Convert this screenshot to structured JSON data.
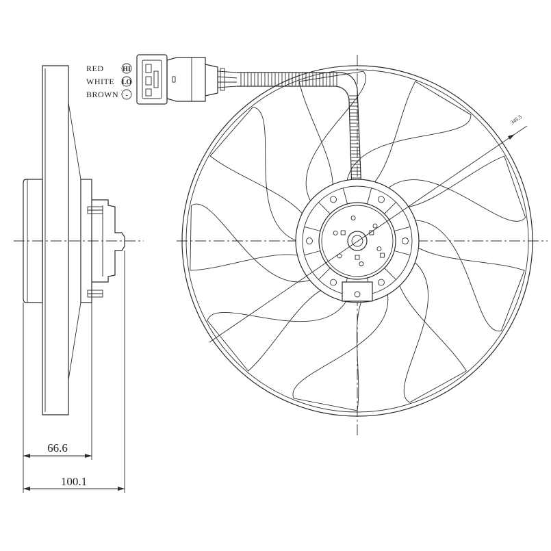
{
  "wires": [
    {
      "color": "RED",
      "pin": "HI"
    },
    {
      "color": "WHITE",
      "pin": "LO"
    },
    {
      "color": "BROWN",
      "pin": "-"
    }
  ],
  "dimensions": {
    "width_inner": "66.6",
    "width_total": "100.1",
    "radius": "345.5"
  },
  "fan": {
    "blade_count": 9
  }
}
